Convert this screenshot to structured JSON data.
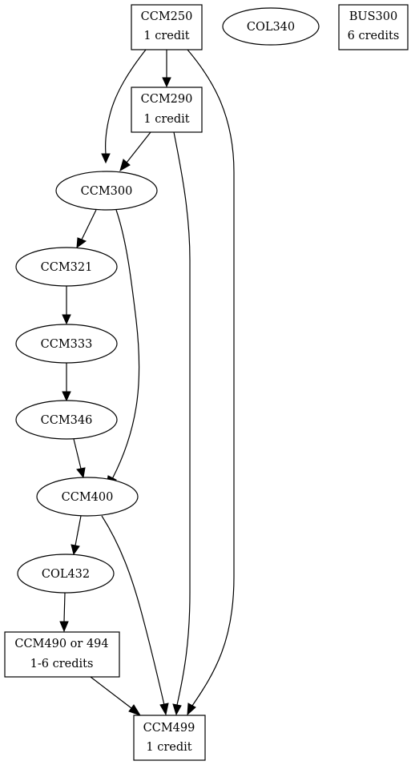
{
  "nodes": {
    "ccm250": {
      "lines": [
        "CCM250",
        "1 credit"
      ]
    },
    "col340": {
      "lines": [
        "COL340"
      ]
    },
    "bus300": {
      "lines": [
        "BUS300",
        "6 credits"
      ]
    },
    "ccm290": {
      "lines": [
        "CCM290",
        "1 credit"
      ]
    },
    "ccm300": {
      "lines": [
        "CCM300"
      ]
    },
    "ccm321": {
      "lines": [
        "CCM321"
      ]
    },
    "ccm333": {
      "lines": [
        "CCM333"
      ]
    },
    "ccm346": {
      "lines": [
        "CCM346"
      ]
    },
    "ccm400": {
      "lines": [
        "CCM400"
      ]
    },
    "col432": {
      "lines": [
        "COL432"
      ]
    },
    "ccm490": {
      "lines": [
        "CCM490 or 494",
        "1-6 credits"
      ]
    },
    "ccm499": {
      "lines": [
        "CCM499",
        "1 credit"
      ]
    }
  },
  "edges": [
    {
      "from": "CCM250",
      "to": "CCM290"
    },
    {
      "from": "CCM250",
      "to": "CCM300"
    },
    {
      "from": "CCM250",
      "to": "CCM499"
    },
    {
      "from": "CCM290",
      "to": "CCM300"
    },
    {
      "from": "CCM290",
      "to": "CCM499"
    },
    {
      "from": "CCM300",
      "to": "CCM321"
    },
    {
      "from": "CCM300",
      "to": "CCM400"
    },
    {
      "from": "CCM321",
      "to": "CCM333"
    },
    {
      "from": "CCM333",
      "to": "CCM346"
    },
    {
      "from": "CCM346",
      "to": "CCM400"
    },
    {
      "from": "CCM400",
      "to": "COL432"
    },
    {
      "from": "CCM400",
      "to": "CCM499"
    },
    {
      "from": "COL432",
      "to": "CCM490 or 494"
    },
    {
      "from": "CCM490 or 494",
      "to": "CCM499"
    }
  ]
}
